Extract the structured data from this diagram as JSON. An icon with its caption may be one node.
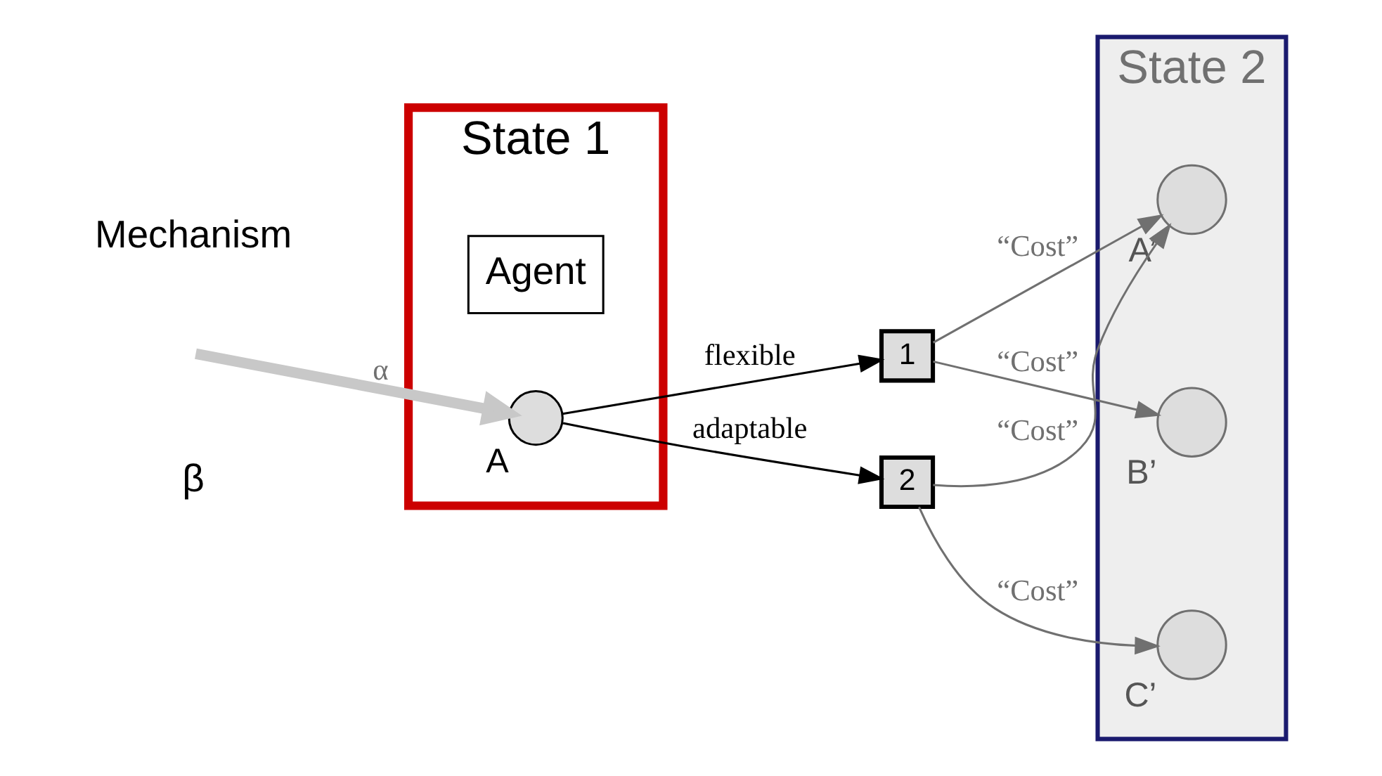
{
  "diagram": {
    "nodes": [
      {
        "text": [
          "State 1"
        ]
      },
      {
        "text": [
          "State 2"
        ]
      },
      {
        "text": [
          "Agent"
        ],
        "in": 0
      },
      {
        "text": [],
        "shape": "circle",
        "beside": [
          "A"
        ],
        "in": 0
      },
      {
        "text": [
          "1"
        ]
      },
      {
        "text": [
          "2"
        ]
      },
      {
        "text": [],
        "shape": "circle",
        "beside": [
          "A’"
        ],
        "in": 1
      },
      {
        "text": [],
        "shape": "circle",
        "beside": [
          "B’"
        ],
        "in": 1
      },
      {
        "text": [],
        "shape": "circle",
        "beside": [
          "C’"
        ],
        "in": 1
      }
    ],
    "edges": [
      {
        "from": null,
        "to": 3,
        "arrow": "to",
        "label": "α",
        "style": "thick",
        "color": "#c8c8c8"
      },
      {
        "from": 3,
        "to": 4,
        "arrow": "to",
        "label": "flexible",
        "color": "#000000"
      },
      {
        "from": 3,
        "to": 5,
        "arrow": "to",
        "label": "adaptable",
        "color": "#000000"
      },
      {
        "from": 4,
        "to": 6,
        "arrow": "to",
        "label": "“Cost”",
        "color": "#707070"
      },
      {
        "from": 4,
        "to": 7,
        "arrow": "to",
        "label": "“Cost”",
        "color": "#707070"
      },
      {
        "from": 5,
        "to": 6,
        "arrow": "to",
        "label": "“Cost”",
        "color": "#707070"
      },
      {
        "from": 5,
        "to": 8,
        "arrow": "to",
        "label": "“Cost”",
        "color": "#707070"
      }
    ],
    "labels": [
      "β",
      "Mechanism"
    ]
  }
}
